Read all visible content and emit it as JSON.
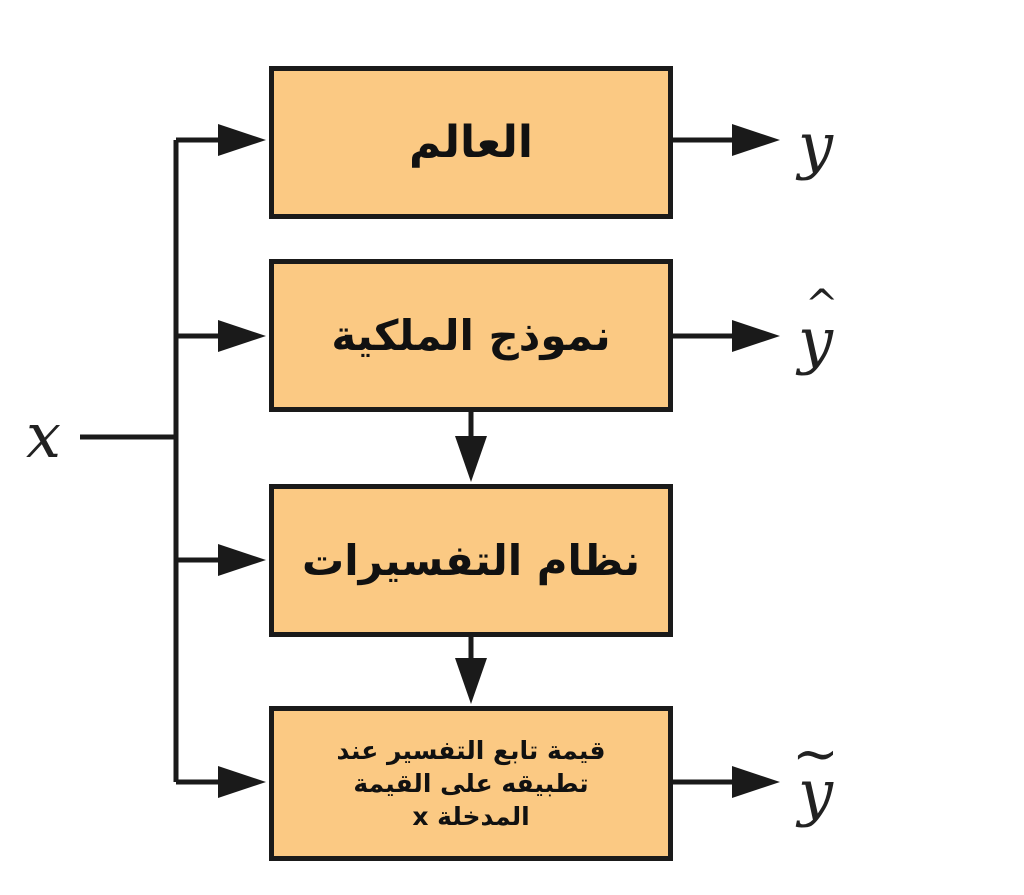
{
  "input_label": "x",
  "boxes": {
    "world": "العالم",
    "model": "نموذج الملكية",
    "interpretation_system": "نظام التفسيرات",
    "function_value": {
      "line1": "قيمة تابع التفسير عند",
      "line2": "تطبيقه على القيمة",
      "line3": "المدخلة x"
    }
  },
  "outputs": {
    "world": "y",
    "model": "y",
    "function_value": "y"
  },
  "output_accents": {
    "model": "^",
    "function_value": "~"
  },
  "colors": {
    "box_fill": "#fbc983",
    "stroke": "#1a1a1a"
  }
}
